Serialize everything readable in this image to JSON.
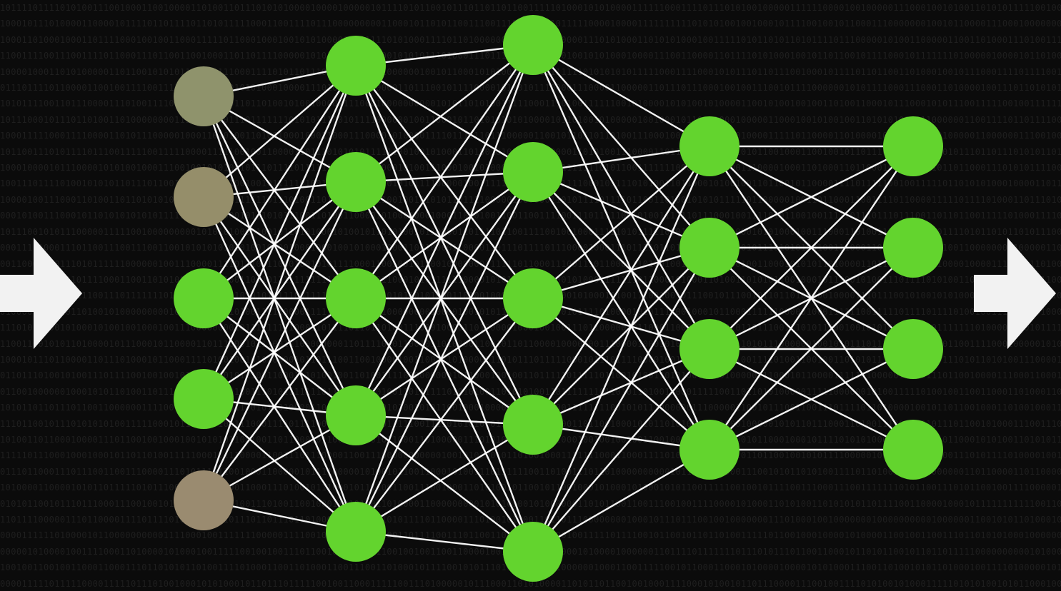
{
  "diagram": {
    "type": "neural-network",
    "layers": [
      {
        "neurons": [
          {
            "color": "#8f936c"
          },
          {
            "color": "#958e6a"
          },
          {
            "color": "#63d42e"
          },
          {
            "color": "#63d42e"
          },
          {
            "color": "#9a8b70"
          }
        ]
      },
      {
        "neurons": [
          {
            "color": "#63d42e"
          },
          {
            "color": "#63d42e"
          },
          {
            "color": "#63d42e"
          },
          {
            "color": "#63d42e"
          },
          {
            "color": "#63d42e"
          }
        ]
      },
      {
        "neurons": [
          {
            "color": "#63d42e"
          },
          {
            "color": "#63d42e"
          },
          {
            "color": "#63d42e"
          },
          {
            "color": "#63d42e"
          },
          {
            "color": "#63d42e"
          }
        ]
      },
      {
        "neurons": [
          {
            "color": "#63d42e"
          },
          {
            "color": "#63d42e"
          },
          {
            "color": "#63d42e"
          },
          {
            "color": "#63d42e"
          }
        ]
      },
      {
        "neurons": [
          {
            "color": "#63d42e"
          },
          {
            "color": "#63d42e"
          },
          {
            "color": "#63d42e"
          },
          {
            "color": "#63d42e"
          }
        ]
      }
    ],
    "connections": "fully-connected",
    "connection_color": "#ffffff",
    "arrows": [
      {
        "name": "input-arrow-icon",
        "color": "#f2f2f2"
      },
      {
        "name": "output-arrow-icon",
        "color": "#f2f2f2"
      }
    ],
    "background": {
      "color": "#0b0b0b",
      "texture": "binary-digits",
      "digit_color": "#1f1f1f"
    }
  }
}
